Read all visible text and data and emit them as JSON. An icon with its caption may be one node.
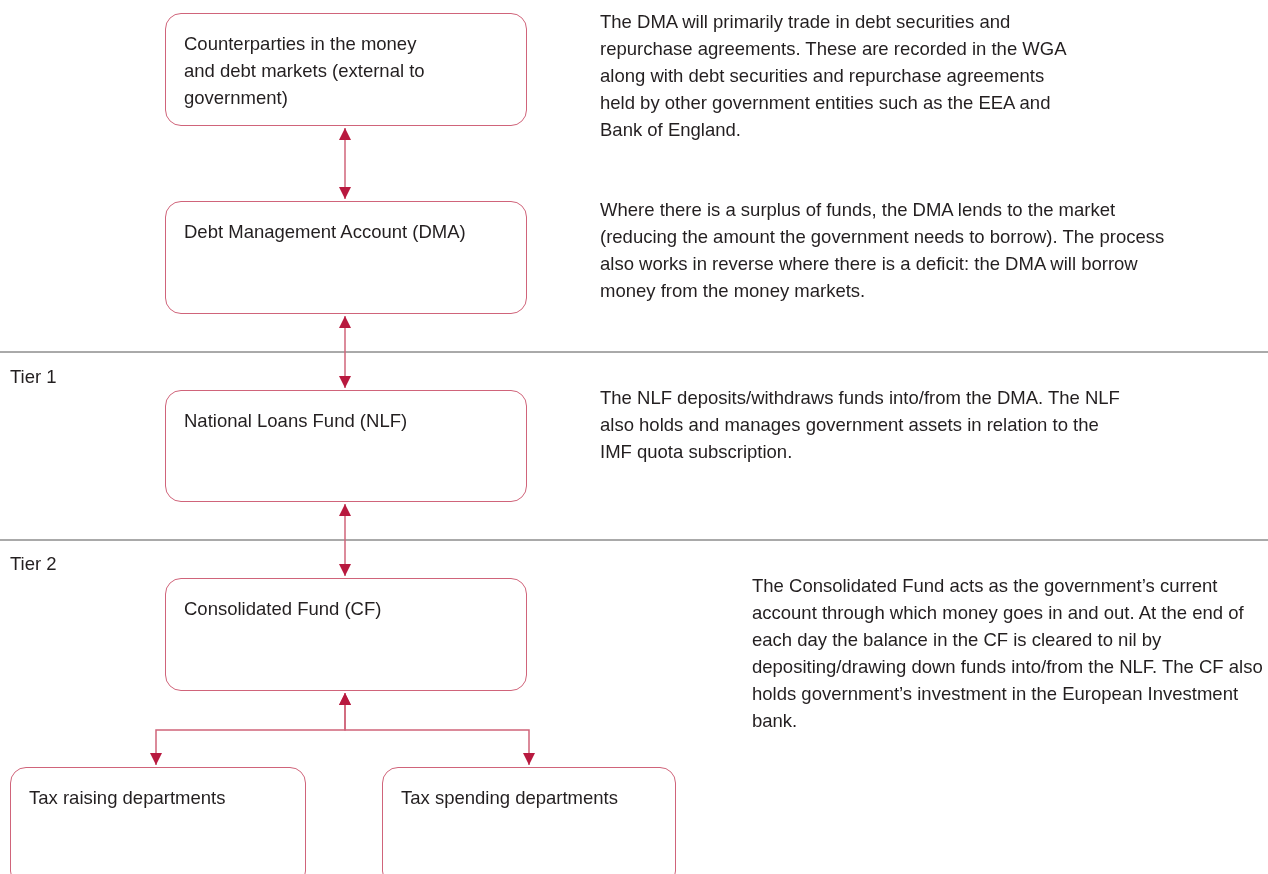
{
  "diagram": {
    "nodes": [
      {
        "text": [
          "Counterparties in the money and debt markets (external to government)"
        ],
        "beside": [
          "The DMA will primarily trade in debt securities and repurchase agreements. These are recorded in the WGA along with debt securities and repurchase agreements held by other government entities such as the EEA and Bank of England."
        ]
      },
      {
        "text": [
          "Debt Management Account (DMA)"
        ],
        "beside": [
          "Where there is a surplus of funds, the DMA lends to the market (reducing the amount the government needs to borrow). The process also works in reverse where there is a deficit: the DMA will borrow money from the money markets."
        ]
      },
      {
        "text": [
          "National Loans Fund (NLF)"
        ],
        "beside": [
          "The NLF deposits/withdraws funds into/from the DMA. The NLF also holds and manages government assets in relation to the IMF quota subscription."
        ]
      },
      {
        "text": [
          "Consolidated Fund (CF)"
        ]
      },
      {
        "text": [
          "Tax raising departments"
        ]
      },
      {
        "text": [
          "Tax spending departments"
        ]
      }
    ],
    "edges": [
      {
        "from": 0,
        "to": 1,
        "arrow": "both"
      },
      {
        "from": 1,
        "to": 2,
        "arrow": "both"
      },
      {
        "from": 2,
        "to": 3,
        "arrow": "both"
      },
      {
        "from": 3,
        "to": 4,
        "arrow": "both"
      },
      {
        "from": 3,
        "to": 5,
        "arrow": "both"
      }
    ],
    "labels": [
      "Tier 1",
      "Tier 2",
      "The Consolidated Fund acts as the government’s current account through which money goes in and out. At the end of each day the balance in the CF is cleared to nil by depositing/drawing down funds into/from the NLF. The CF also holds government’s investment in the European Investment bank."
    ]
  }
}
